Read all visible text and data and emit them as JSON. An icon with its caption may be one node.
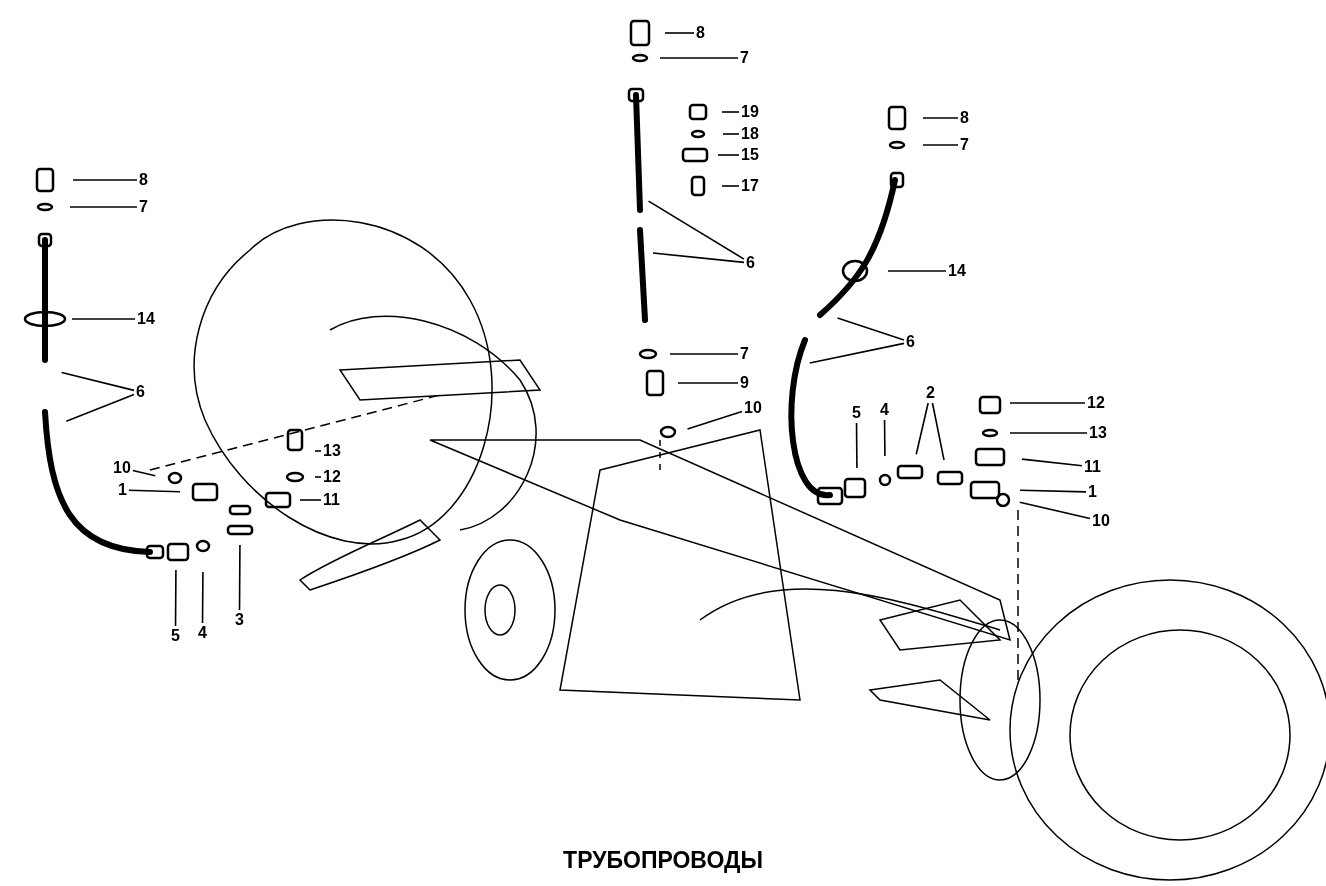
{
  "diagram": {
    "caption": "ТРУБОПРОВОДЫ",
    "nodes": [
      {
        "text": [
          "8"
        ]
      },
      {
        "text": [
          "7"
        ]
      },
      {
        "text": [
          "8"
        ]
      },
      {
        "text": [
          "19"
        ]
      },
      {
        "text": [
          "18"
        ]
      },
      {
        "text": [
          "7"
        ]
      },
      {
        "text": [
          "15"
        ]
      },
      {
        "text": [
          "17"
        ]
      },
      {
        "text": [
          "8"
        ]
      },
      {
        "text": [
          "7"
        ]
      },
      {
        "text": [
          "6"
        ]
      },
      {
        "text": [
          "14"
        ]
      },
      {
        "text": [
          "14"
        ]
      },
      {
        "text": [
          "7"
        ]
      },
      {
        "text": [
          "6"
        ]
      },
      {
        "text": [
          "9"
        ]
      },
      {
        "text": [
          "6"
        ]
      },
      {
        "text": [
          "2"
        ]
      },
      {
        "text": [
          "12"
        ]
      },
      {
        "text": [
          "10"
        ]
      },
      {
        "text": [
          "5"
        ]
      },
      {
        "text": [
          "4"
        ]
      },
      {
        "text": [
          "13"
        ]
      },
      {
        "text": [
          "13"
        ]
      },
      {
        "text": [
          "10"
        ]
      },
      {
        "text": [
          "12"
        ]
      },
      {
        "text": [
          "11"
        ]
      },
      {
        "text": [
          "1"
        ]
      },
      {
        "text": [
          "1"
        ]
      },
      {
        "text": [
          "11"
        ]
      },
      {
        "text": [
          "10"
        ]
      },
      {
        "text": [
          "3"
        ]
      },
      {
        "text": [
          "5"
        ]
      },
      {
        "text": [
          "4"
        ]
      }
    ],
    "edges": [
      {
        "from": 0,
        "to": null,
        "arrow": "none"
      },
      {
        "from": 1,
        "to": null,
        "arrow": "none"
      },
      {
        "from": 2,
        "to": null,
        "arrow": "none"
      },
      {
        "from": 3,
        "to": null,
        "arrow": "none"
      },
      {
        "from": 4,
        "to": null,
        "arrow": "none"
      },
      {
        "from": 5,
        "to": null,
        "arrow": "none"
      },
      {
        "from": 6,
        "to": null,
        "arrow": "none"
      },
      {
        "from": 7,
        "to": null,
        "arrow": "none"
      },
      {
        "from": 8,
        "to": null,
        "arrow": "none"
      },
      {
        "from": 9,
        "to": null,
        "arrow": "none"
      },
      {
        "from": 10,
        "to": null,
        "arrow": "none"
      },
      {
        "from": 10,
        "to": null,
        "arrow": "none"
      },
      {
        "from": 11,
        "to": null,
        "arrow": "none"
      },
      {
        "from": 12,
        "to": null,
        "arrow": "none"
      },
      {
        "from": 13,
        "to": null,
        "arrow": "none"
      },
      {
        "from": 14,
        "to": null,
        "arrow": "none"
      },
      {
        "from": 14,
        "to": null,
        "arrow": "none"
      },
      {
        "from": 15,
        "to": null,
        "arrow": "none"
      },
      {
        "from": 16,
        "to": null,
        "arrow": "none"
      },
      {
        "from": 16,
        "to": null,
        "arrow": "none"
      },
      {
        "from": 17,
        "to": null,
        "arrow": "none"
      },
      {
        "from": 17,
        "to": null,
        "arrow": "none"
      },
      {
        "from": 18,
        "to": null,
        "arrow": "none"
      },
      {
        "from": 19,
        "to": null,
        "arrow": "none"
      },
      {
        "from": 20,
        "to": null,
        "arrow": "none"
      },
      {
        "from": 21,
        "to": null,
        "arrow": "none"
      },
      {
        "from": 22,
        "to": null,
        "arrow": "none"
      },
      {
        "from": 23,
        "to": null,
        "arrow": "none"
      },
      {
        "from": 24,
        "to": null,
        "arrow": "none"
      },
      {
        "from": 25,
        "to": null,
        "arrow": "none"
      },
      {
        "from": 26,
        "to": null,
        "arrow": "none"
      },
      {
        "from": 27,
        "to": null,
        "arrow": "none"
      },
      {
        "from": 28,
        "to": null,
        "arrow": "none"
      },
      {
        "from": 29,
        "to": null,
        "arrow": "none"
      },
      {
        "from": 30,
        "to": null,
        "arrow": "none"
      },
      {
        "from": 31,
        "to": null,
        "arrow": "none"
      },
      {
        "from": 32,
        "to": null,
        "arrow": "none"
      },
      {
        "from": 33,
        "to": null,
        "arrow": "none"
      }
    ]
  }
}
